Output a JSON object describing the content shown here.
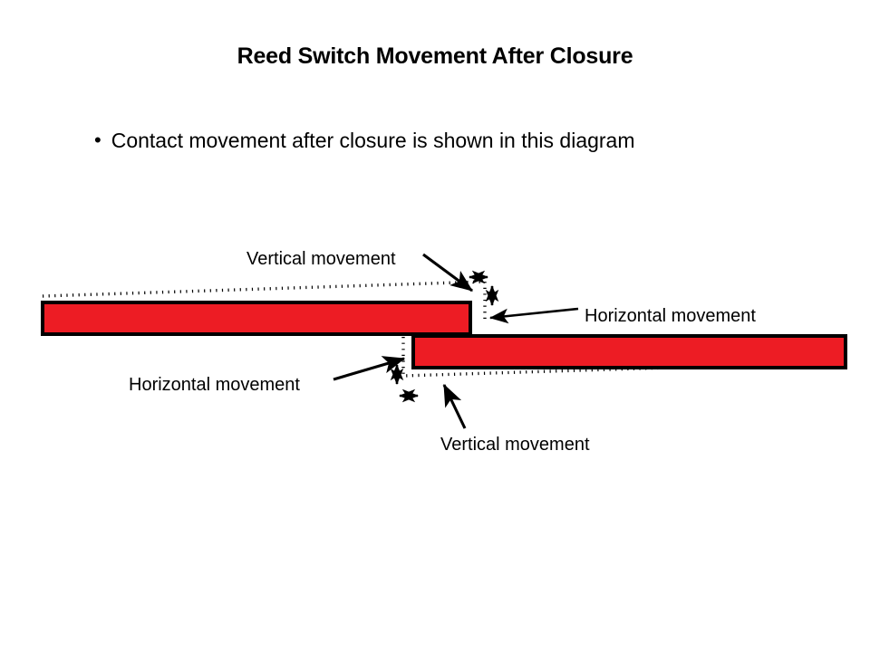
{
  "slide": {
    "title": "Reed Switch Movement After Closure",
    "bullets": [
      {
        "marker": "•",
        "text": "Contact movement after closure is shown in this diagram"
      }
    ]
  },
  "diagram": {
    "name": "reed-switch-contact-movement-diagram",
    "colors": {
      "contact_fill": "#ED1C24",
      "outline": "#000000",
      "background": "#FFFFFF",
      "annotation": "#000000"
    },
    "labels": {
      "top_vertical": "Vertical movement",
      "top_horizontal": "Horizontal movement",
      "bottom_horizontal": "Horizontal movement",
      "bottom_vertical": "Vertical movement"
    },
    "elements": {
      "upper_blade": "upper-reed-blade",
      "lower_blade": "lower-reed-blade",
      "upper_blade_original": "upper-blade-original-outline",
      "lower_blade_original": "lower-blade-original-outline"
    }
  }
}
